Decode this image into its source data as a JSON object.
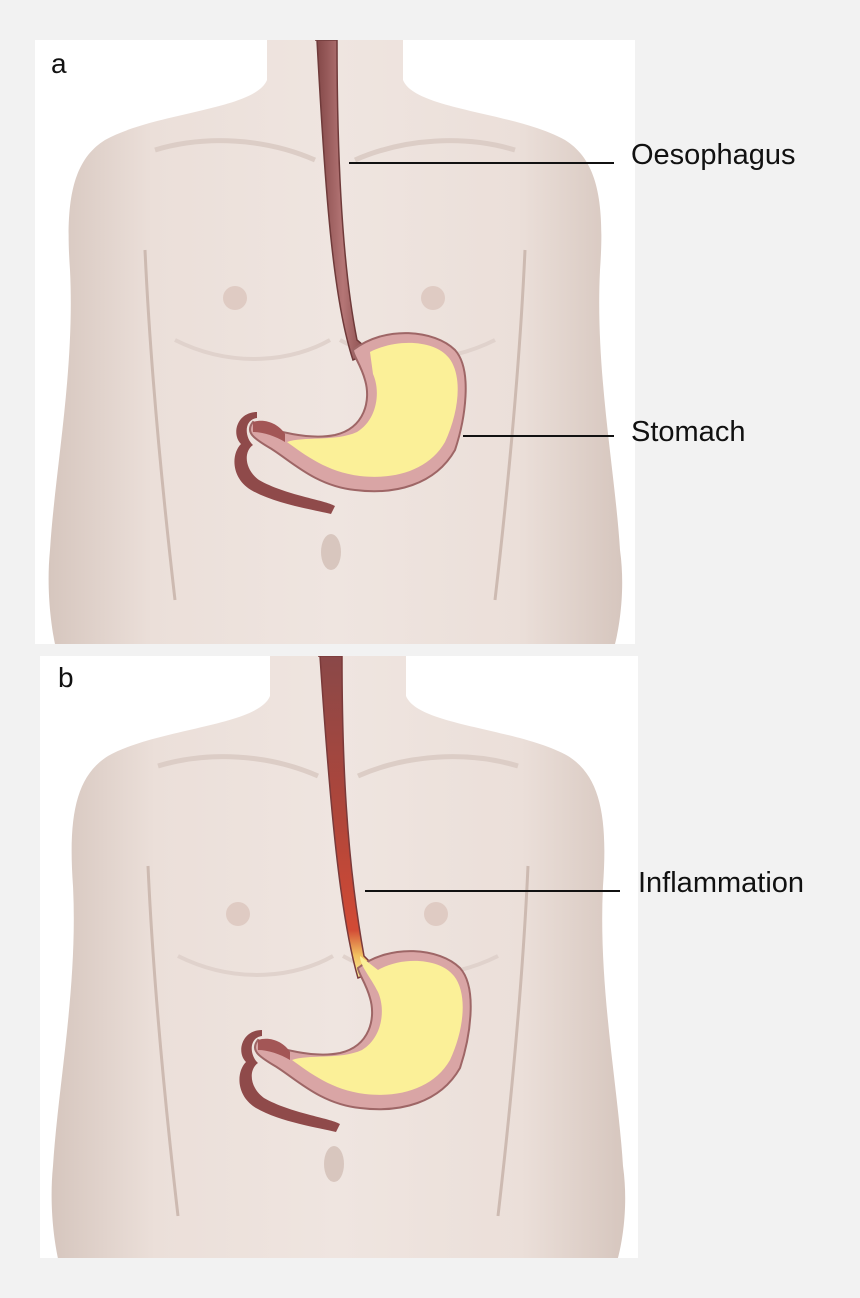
{
  "panels": [
    {
      "letter": "a",
      "labels": {
        "oesophagus": "Oesophagus",
        "stomach": "Stomach"
      }
    },
    {
      "letter": "b",
      "labels": {
        "inflammation": "Inflammation"
      }
    }
  ],
  "colors": {
    "background": "#f2f2f2",
    "skin": "#ece0da",
    "skin_shadow": "#d3c1b9",
    "oesophagus": "#9c5d5d",
    "inflamed": "#c64b3a",
    "stomach_wall": "#d9a5a5",
    "stomach_content": "#fbf098",
    "intestine": "#8f4a4a"
  },
  "icons": [
    "torso-illustration",
    "oesophagus-tube",
    "stomach-organ",
    "duodenum"
  ]
}
